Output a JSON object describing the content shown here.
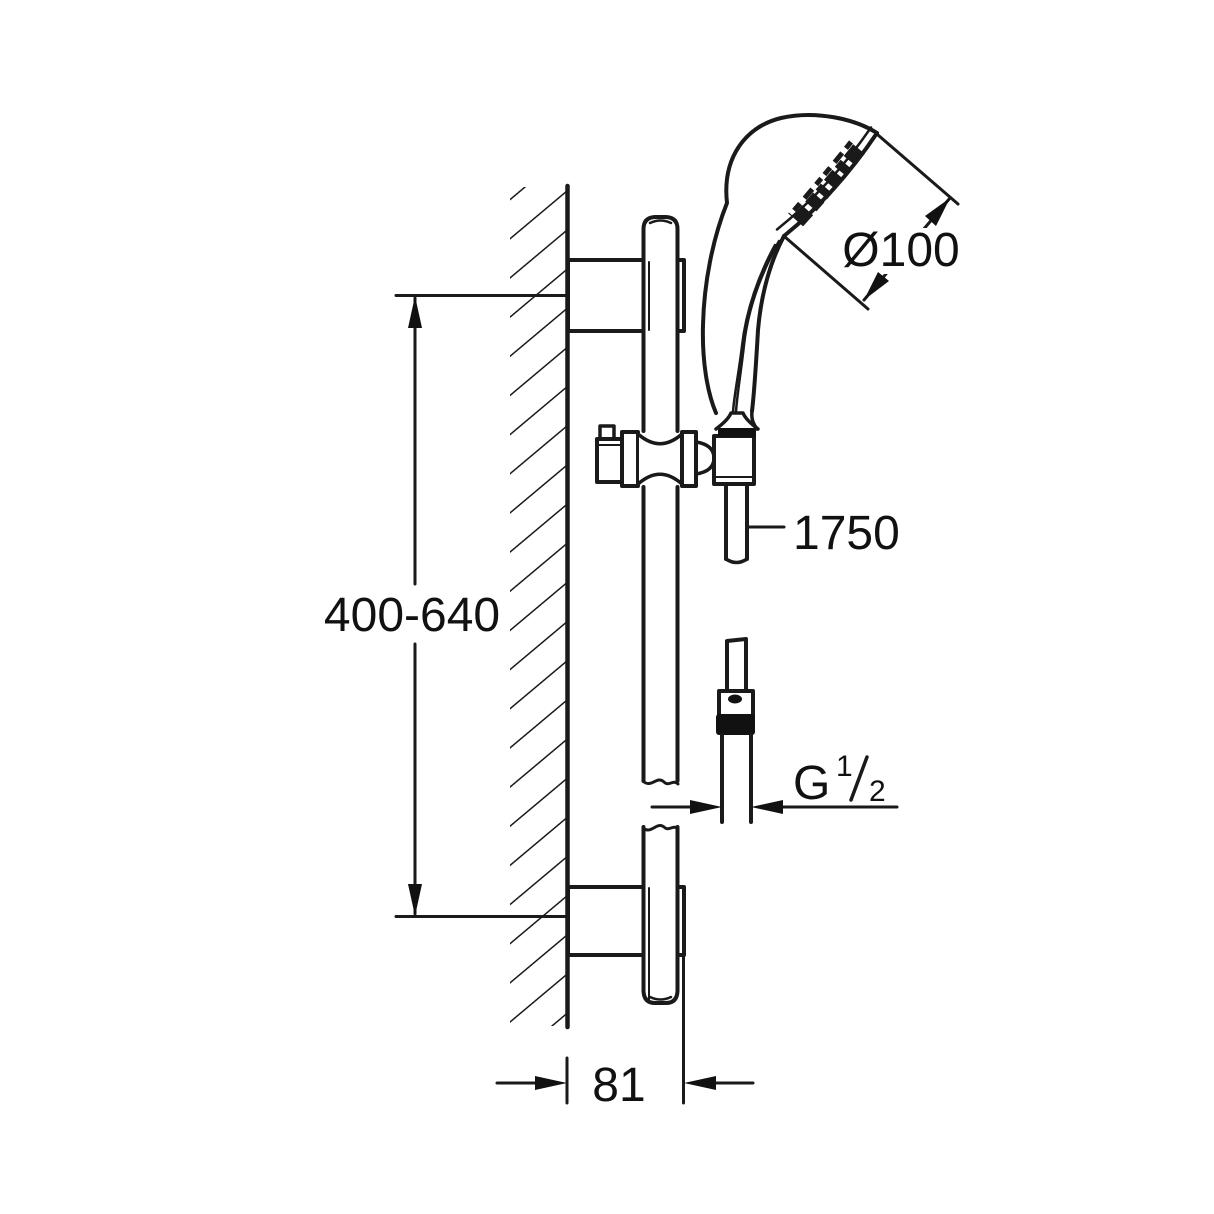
{
  "labels": {
    "head_diameter": "Ø100",
    "hose_length": "1750",
    "bar_height_range": "400-640",
    "wall_distance": "81",
    "thread_prefix": "G",
    "thread_numerator": "1",
    "thread_denominator": "2"
  },
  "colors": {
    "background": "#ffffff",
    "line": "#1a1a1a",
    "text": "#111111"
  }
}
